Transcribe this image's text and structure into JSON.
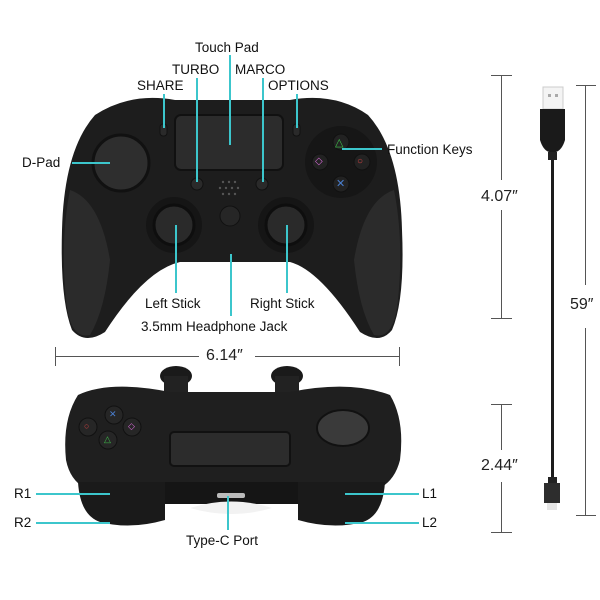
{
  "top_view": {
    "labels": {
      "touch_pad": "Touch Pad",
      "turbo": "TURBO",
      "marco": "MARCO",
      "share": "SHARE",
      "options": "OPTIONS",
      "d_pad": "D-Pad",
      "function_keys": "Function Keys",
      "left_stick": "Left Stick",
      "right_stick": "Right Stick",
      "headphone_jack": "3.5mm Headphone Jack"
    },
    "width_dimension": "6.14″",
    "height_dimension": "4.07″"
  },
  "front_view": {
    "labels": {
      "r1": "R1",
      "r2": "R2",
      "l1": "L1",
      "l2": "L2",
      "type_c_port": "Type-C Port"
    },
    "depth_dimension": "2.44″"
  },
  "cable": {
    "length_dimension": "59″",
    "connector_top": "usb-a",
    "connector_bottom": "usb-c"
  },
  "colors": {
    "leader_line": "#3cc6cc",
    "controller_body": "#1d1d1d",
    "triangle": "#3fbf4a",
    "circle": "#d94444",
    "cross": "#4a7fd0",
    "square": "#d86ad8"
  }
}
